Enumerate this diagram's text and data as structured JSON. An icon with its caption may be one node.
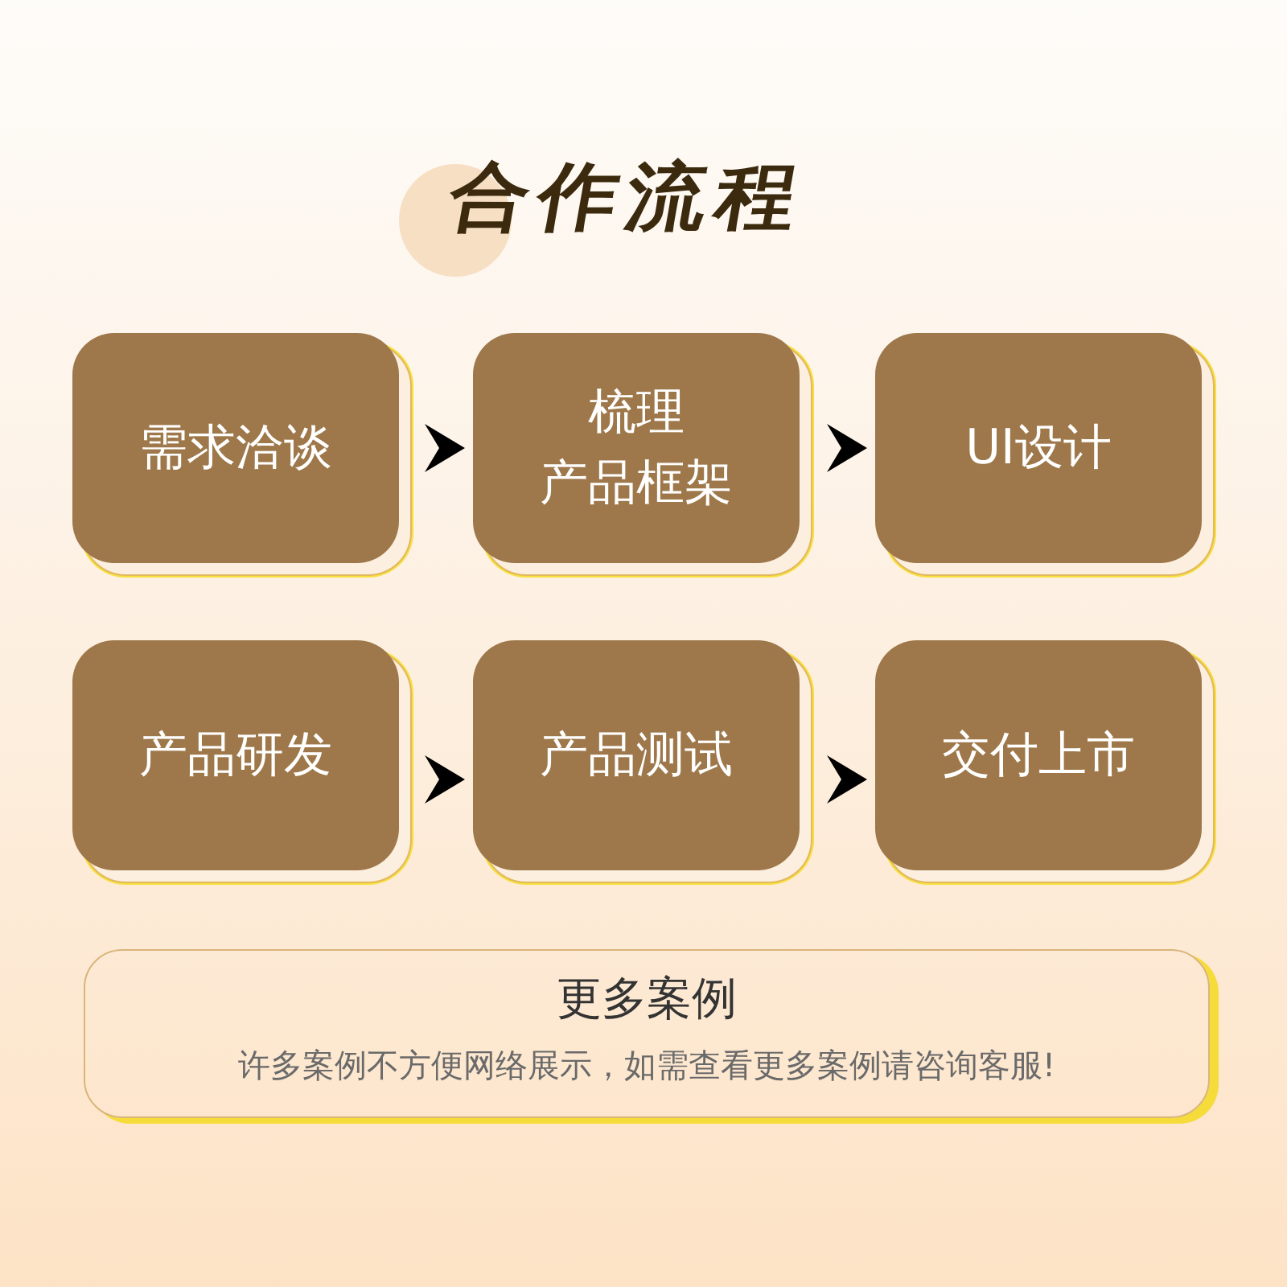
{
  "diagram": {
    "title": "合作流程",
    "nodes": [
      {
        "text": [
          "需求洽谈"
        ]
      },
      {
        "text": [
          "梳理产品框架"
        ]
      },
      {
        "text": [
          "UI设计"
        ]
      },
      {
        "text": [
          "产品研发"
        ]
      },
      {
        "text": [
          "产品测试"
        ]
      },
      {
        "text": [
          "交付上市"
        ]
      },
      {
        "text": [
          "更多案例",
          "许多案例不方便网络展示，如需查看更多案例请咨询客服!"
        ]
      }
    ],
    "edges": [
      {
        "from": 0,
        "to": 1,
        "arrow": "to"
      },
      {
        "from": 1,
        "to": 2,
        "arrow": "to"
      },
      {
        "from": 3,
        "to": 4,
        "arrow": "to"
      },
      {
        "from": 4,
        "to": 5,
        "arrow": "to"
      }
    ]
  }
}
